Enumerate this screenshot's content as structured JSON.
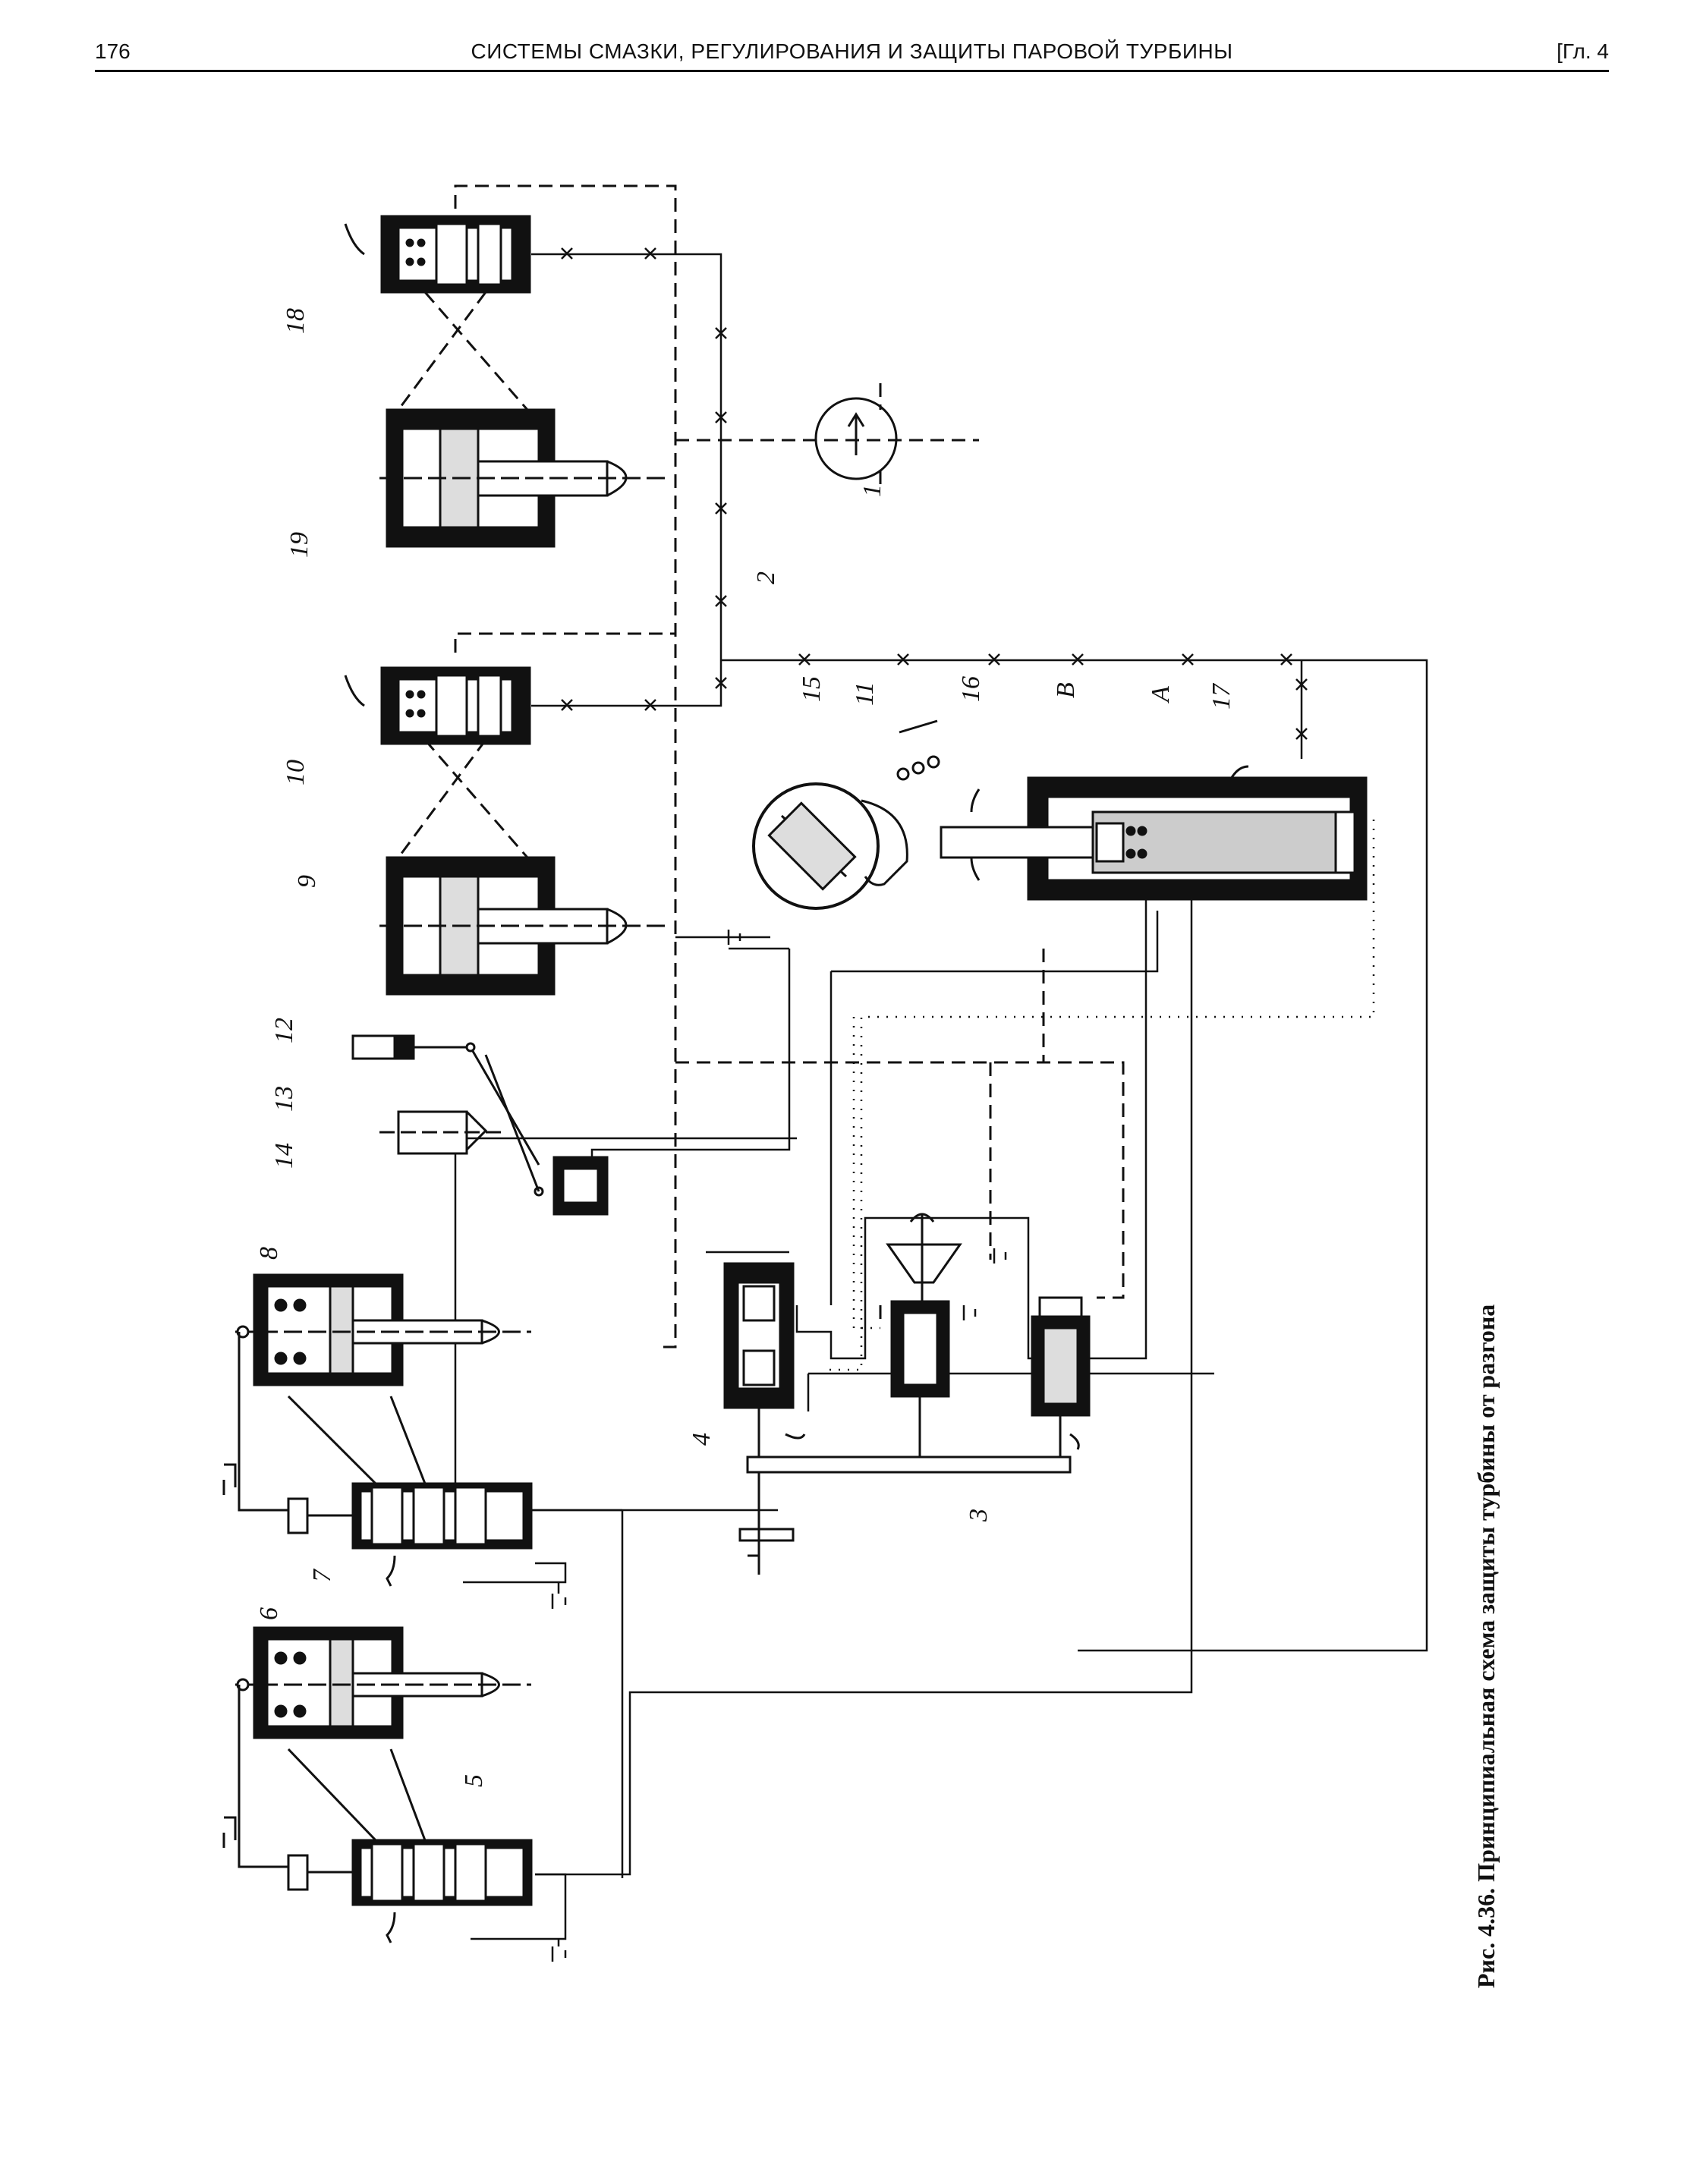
{
  "header": {
    "page_number": "176",
    "running_title": "СИСТЕМЫ СМАЗКИ, РЕГУЛИРОВАНИЯ И ЗАЩИТЫ ПАРОВОЙ ТУРБИНЫ",
    "chapter": "[Гл. 4"
  },
  "figure": {
    "caption": "Рис. 4.36. Принципиальная схема защиты турбины от разгона",
    "labels": {
      "l1": "1",
      "l2": "2",
      "l3": "3",
      "l4": "4",
      "l5": "5",
      "l6": "6",
      "l7": "7",
      "l8": "8",
      "l9": "9",
      "l10": "10",
      "l11": "11",
      "l12": "12",
      "l13": "13",
      "l14": "14",
      "l15": "15",
      "l16": "16",
      "l17": "17",
      "l18": "18",
      "l19": "19",
      "lA": "A",
      "lB": "B"
    }
  }
}
